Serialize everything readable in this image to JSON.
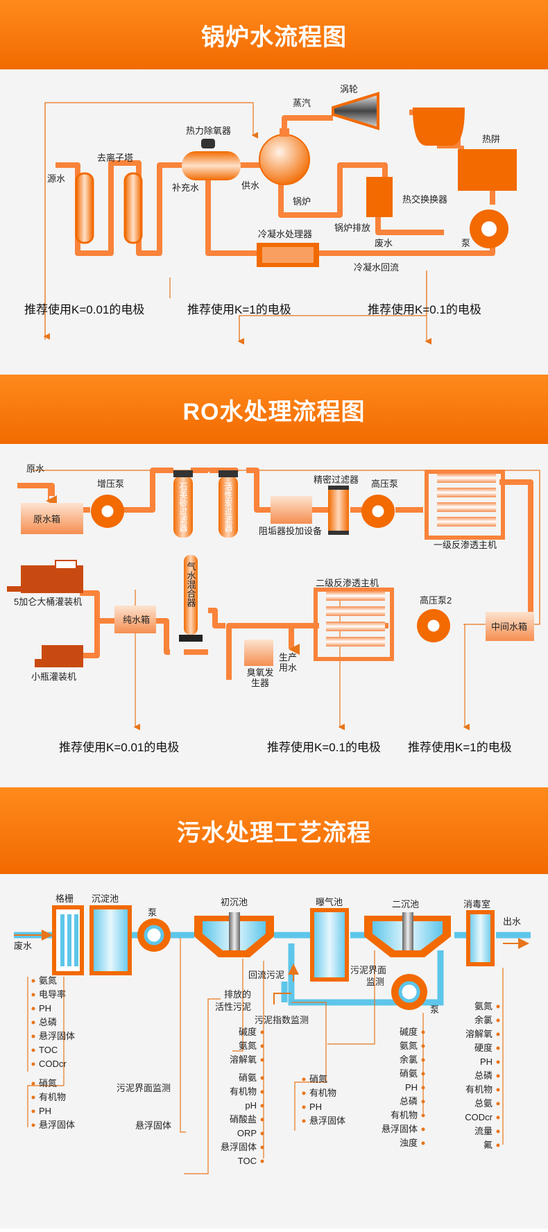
{
  "boiler": {
    "title": "锅炉水流程图",
    "labels": {
      "steam": "蒸汽",
      "turbine": "涡轮",
      "hotwell": "热阱",
      "deaerator": "热力除氧器",
      "ion_tower": "去离子塔",
      "raw_water": "源水",
      "makeup": "补充水",
      "feed": "供水",
      "boiler": "锅炉",
      "heat_exchanger": "热交换换器",
      "blowdown": "锅炉排放",
      "condensate_proc": "冷凝水处理器",
      "waste": "废水",
      "pump": "泵",
      "condensate_return": "冷凝水回流"
    },
    "rec": [
      "推荐使用K=0.01的电极",
      "推荐使用K=1的电极",
      "推荐使用K=0.1的电极"
    ]
  },
  "ro": {
    "title": "RO水处理流程图",
    "labels": {
      "raw_water": "原水",
      "raw_tank": "原水箱",
      "booster": "增压泵",
      "quartz": "石英砂过滤器",
      "carbon": "活性炭过滤器",
      "precision": "精密过滤器",
      "hp_pump": "高压泵",
      "antiscalant": "阻垢器投加设备",
      "ro1": "一级反渗透主机",
      "barrel": "5加仑大桶灌装机",
      "bottle": "小瓶灌装机",
      "pure_tank": "纯水箱",
      "mixer": "气水混合器",
      "ozone": "臭氧发生器",
      "production": "生产用水",
      "ro2": "二级反渗透主机",
      "hp_pump2": "高压泵2",
      "mid_tank": "中间水箱"
    },
    "rec": [
      "推荐使用K=0.01的电极",
      "推荐使用K=0.1的电极",
      "推荐使用K=1的电极"
    ]
  },
  "sewage": {
    "title": "污水处理工艺流程",
    "labels": {
      "grille": "格栅",
      "settling": "沉淀池",
      "pump": "泵",
      "primary": "初沉池",
      "aeration": "曝气池",
      "secondary": "二沉池",
      "disinfect": "消毒室",
      "outlet": "出水",
      "inlet": "废水",
      "return_sludge": "回流污泥",
      "discharged_sludge": "排放的活性污泥",
      "sludge_interface": "污泥界面监测",
      "sludge_index": "污泥指数监测",
      "pump2": "泵",
      "sludge_interface_left": "污泥界面监测",
      "suspended_left": "悬浮固体"
    },
    "monitors": {
      "g1": [
        "氨氮",
        "电导率",
        "PH",
        "总磷",
        "悬浮固体",
        "TOC",
        "CODcr"
      ],
      "g2": [
        "硝氮",
        "有机物",
        "PH",
        "悬浮固体"
      ],
      "g3": [
        "碱度",
        "氨氮",
        "溶解氧"
      ],
      "g4": [
        "硝氨",
        "有机物",
        "pH",
        "硝酸盐",
        "ORP",
        "悬浮固体",
        "TOC"
      ],
      "g5": [
        "硝氮",
        "有机物",
        "PH",
        "悬浮固体"
      ],
      "g6": [
        "碱度",
        "氨氮",
        "余氯",
        "硝氨",
        "PH",
        "总磷",
        "有机物",
        "悬浮固体",
        "浊度"
      ],
      "g7": [
        "氨氮",
        "余氯",
        "溶解氧",
        "硬度",
        "PH",
        "总磷",
        "有机物",
        "总氨",
        "CODcr",
        "流量",
        "氟"
      ]
    }
  },
  "colors": {
    "orange": "#f26a00",
    "pipe": "#f9833a",
    "arrow": "#e8751a",
    "cyan": "#5ec6ea",
    "banner": "#f57c10"
  }
}
